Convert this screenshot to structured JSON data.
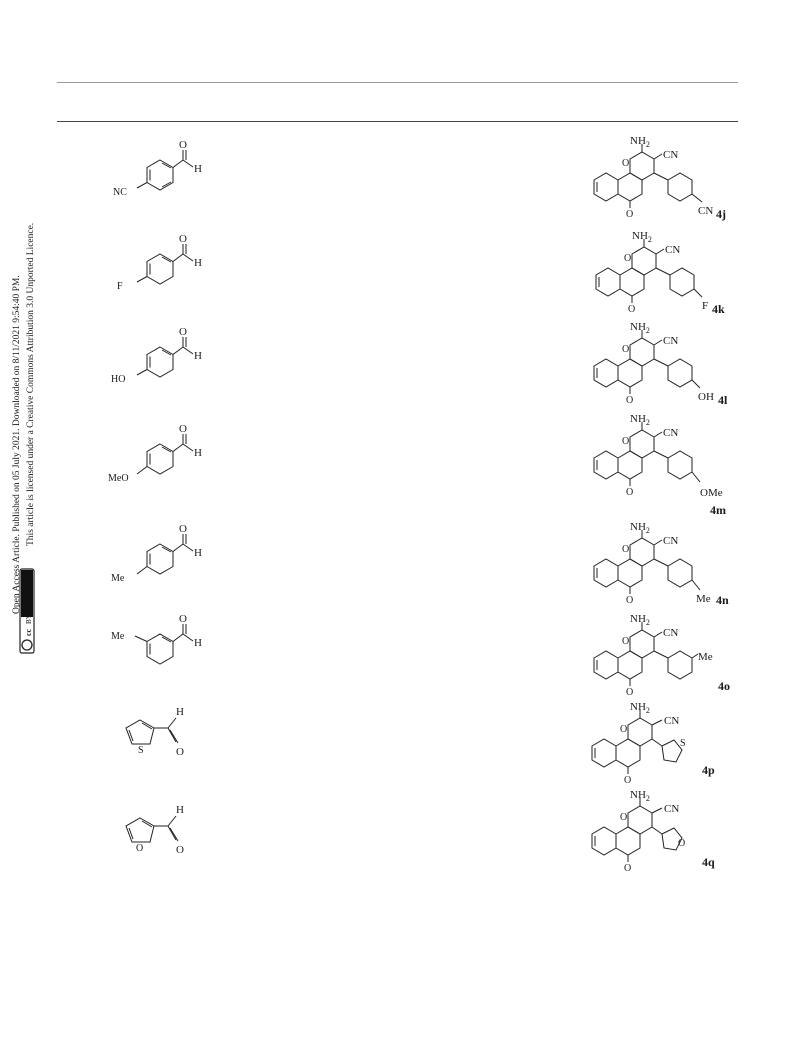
{
  "sidebar": {
    "line1": "Open Access Article. Published on 05 July 2021. Downloaded on 8/11/2021 9:54:40 PM.",
    "line2": "This article is licensed under a Creative Commons Attribution 3.0 Unported Licence.",
    "cc_badge": "cc",
    "by_badge": "BY"
  },
  "common": {
    "aldehyde_h": "H",
    "aldehyde_o": "O",
    "nh2": "NH",
    "nh2_sub": "2",
    "cn": "CN",
    "ring_o": "O",
    "carbonyl_o": "O"
  },
  "rows": [
    {
      "reactant_sub": "NC",
      "product_sub": "CN",
      "label": "4j"
    },
    {
      "reactant_sub": "F",
      "product_sub": "F",
      "label": "4k"
    },
    {
      "reactant_sub": "HO",
      "product_sub": "OH",
      "label": "4l"
    },
    {
      "reactant_sub": "MeO",
      "product_sub": "OMe",
      "label": "4m"
    },
    {
      "reactant_sub": "Me",
      "product_sub": "Me",
      "label": "4n"
    },
    {
      "reactant_sub": "Me",
      "product_sub": "Me",
      "label": "4o"
    },
    {
      "reactant_hetero": "S",
      "product_hetero": "S",
      "label": "4p"
    },
    {
      "reactant_hetero": "O",
      "product_hetero": "O",
      "label": "4q"
    }
  ]
}
